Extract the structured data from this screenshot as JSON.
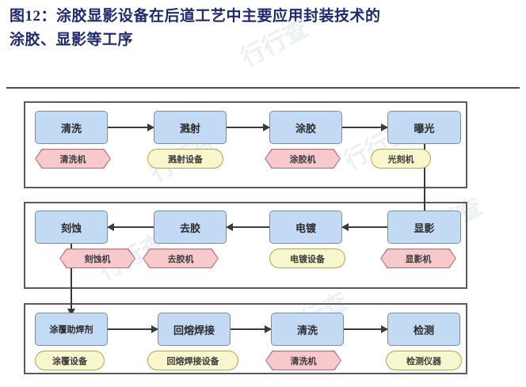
{
  "figure": {
    "title_line1": "图12：涂胶显影设备在后道工艺中主要应用封装技术的",
    "title_line2": "涂胶、显影等工序",
    "watermark": "行行查"
  },
  "colors": {
    "title": "#1f2a6e",
    "node_fill": "#c3daf4",
    "node_border": "#7d8da0",
    "hex_fill": "#f7c9cc",
    "hex_border": "#b0797d",
    "pill_fill": "#f7f6cd",
    "pill_border": "#a9a84f",
    "panel_border": "#5a5a5a",
    "arrow": "#3a3a3a"
  },
  "flow": {
    "rows": [
      {
        "id": "row-1",
        "direction": "left-to-right",
        "steps": [
          {
            "step": "清洗",
            "equipment": "清洗机",
            "equipment_shape": "hexagon"
          },
          {
            "step": "溅射",
            "equipment": "溅射设备",
            "equipment_shape": "pill"
          },
          {
            "step": "涂胶",
            "equipment": "涂胶机",
            "equipment_shape": "hexagon"
          },
          {
            "step": "曝光",
            "equipment": "光刻机",
            "equipment_shape": "pill"
          }
        ]
      },
      {
        "id": "row-2",
        "direction": "right-to-left",
        "steps": [
          {
            "step": "刻蚀",
            "equipment": "刻蚀机",
            "equipment_shape": "hexagon"
          },
          {
            "step": "去胶",
            "equipment": "去胶机",
            "equipment_shape": "hexagon"
          },
          {
            "step": "电镀",
            "equipment": "电镀设备",
            "equipment_shape": "pill"
          },
          {
            "step": "显影",
            "equipment": "显影机",
            "equipment_shape": "hexagon"
          }
        ]
      },
      {
        "id": "row-3",
        "direction": "left-to-right",
        "steps": [
          {
            "step": "涂覆助焊剂",
            "equipment": "涂覆设备",
            "equipment_shape": "pill"
          },
          {
            "step": "回熔焊接",
            "equipment": "回熔焊接设备",
            "equipment_shape": "pill"
          },
          {
            "step": "清洗",
            "equipment": "清洗机",
            "equipment_shape": "hexagon"
          },
          {
            "step": "检测",
            "equipment": "检测仪器",
            "equipment_shape": "pill"
          }
        ]
      }
    ]
  }
}
